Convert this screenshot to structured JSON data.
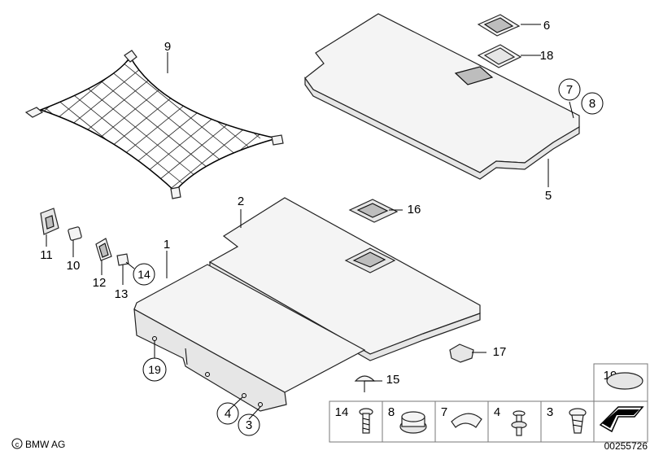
{
  "logo": {
    "text": "BMW AG"
  },
  "diagram_number": "00255726",
  "callouts": {
    "c1": "1",
    "c2": "2",
    "c3": "3",
    "c4": "4",
    "c5": "5",
    "c6": "6",
    "c7": "7",
    "c8": "8",
    "c9": "9",
    "c10": "10",
    "c11": "11",
    "c12": "12",
    "c13": "13",
    "c14": "14",
    "c15": "15",
    "c16": "16",
    "c17": "17",
    "c18": "18",
    "c19": "19"
  },
  "parts_bar": {
    "b14": "14",
    "b8": "8",
    "b7": "7",
    "b4": "4",
    "b3": "3",
    "b19": "19"
  }
}
